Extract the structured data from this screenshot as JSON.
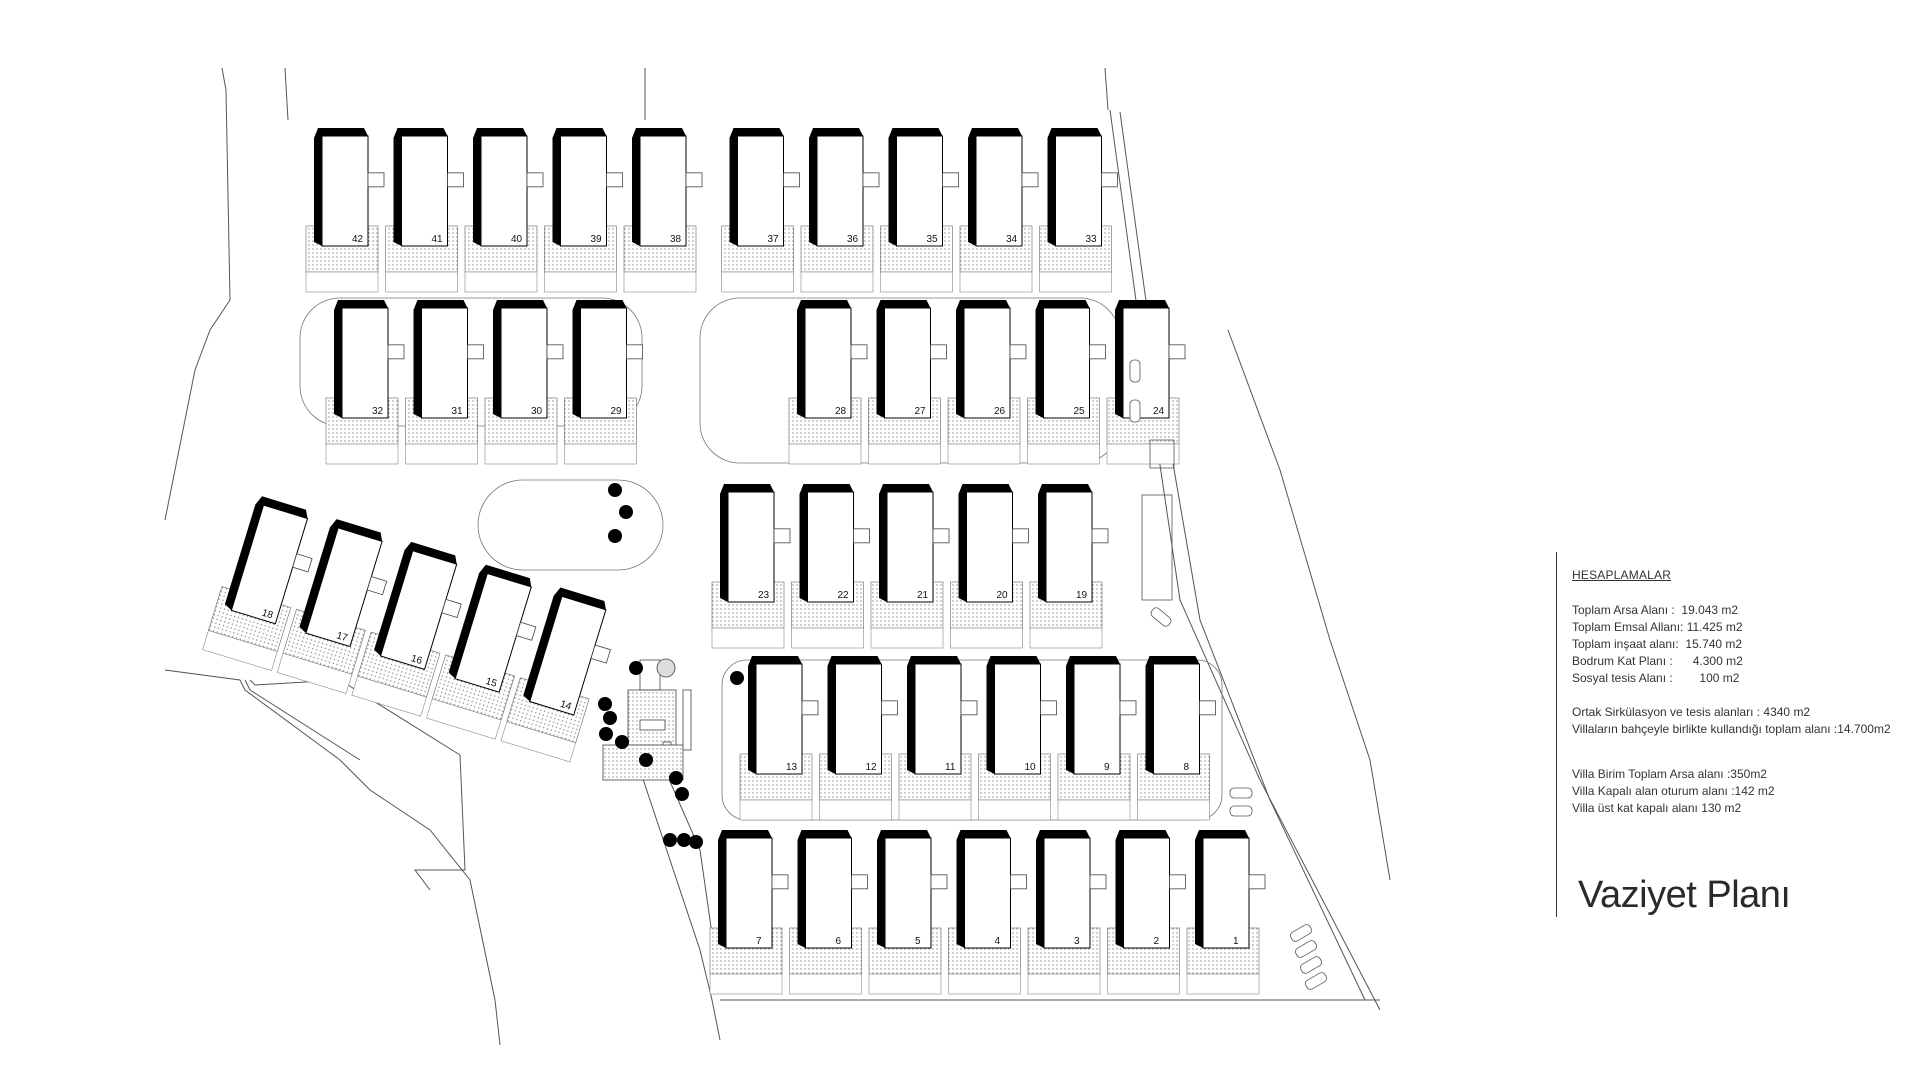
{
  "calculations": {
    "heading": "HESAPLAMALAR",
    "group1": [
      "Toplam Arsa Alanı :  19.043 m2",
      "Toplam Emsal Allanı: 11.425 m2",
      "Toplam inşaat alanı:  15.740 m2",
      "Bodrum Kat Planı :      4.300 m2",
      "Sosyal tesis Alanı :        100 m2"
    ],
    "group2": [
      "Ortak Sirkülasyon ve tesis alanları : 4340 m2",
      "Villaların bahçeyle birlikte kullandığı toplam alanı :14.700m2"
    ],
    "group3": [
      "Villa Birim Toplam Arsa alanı :350m2",
      "Villa Kapalı alan oturum alanı :142 m2",
      "Villa üst kat kapalı alanı 130 m2"
    ],
    "title": "Vaziyet Planı"
  },
  "villas": {
    "row_top": [
      "42",
      "41",
      "40",
      "39",
      "38",
      "37",
      "36",
      "35",
      "34",
      "33"
    ],
    "row_second": [
      "32",
      "31",
      "30",
      "29",
      "28",
      "27",
      "26",
      "25",
      "24"
    ],
    "row_third": [
      "23",
      "22",
      "21",
      "20",
      "19"
    ],
    "row_diagonal": [
      "18",
      "17",
      "16",
      "15",
      "14"
    ],
    "row_fourth": [
      "13",
      "12",
      "11",
      "10",
      "9",
      "8"
    ],
    "row_bottom": [
      "7",
      "6",
      "5",
      "4",
      "3",
      "2",
      "1"
    ]
  },
  "colors": {
    "line": "#444444",
    "villa_fill": "#ffffff",
    "villa_shadow": "#000000",
    "garden": "#cccccc"
  }
}
